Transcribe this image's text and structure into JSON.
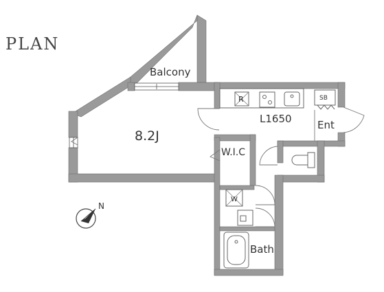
{
  "title": "PLAN",
  "rooms": {
    "balcony": "Balcony",
    "living": "8.2J",
    "kitchen": "L1650",
    "wic": "W.I.C",
    "entrance": "Ent",
    "bath": "Bath"
  },
  "fixtures": {
    "refrigerator": "R",
    "shoe_box": "SB",
    "washer": "W"
  },
  "compass": {
    "direction": "N"
  },
  "colors": {
    "wall": "#9a9a9a",
    "line": "#555555",
    "background": "#ffffff"
  }
}
